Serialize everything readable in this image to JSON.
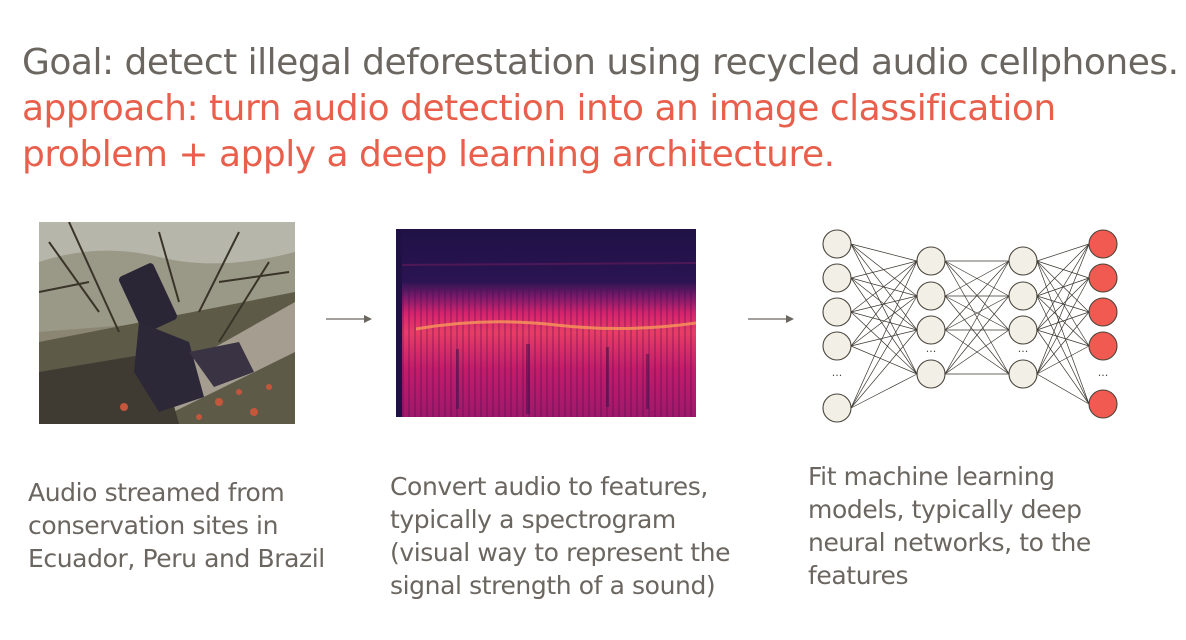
{
  "slide": {
    "goal": "Goal: detect illegal deforestation using recycled audio cellphones.",
    "approach": "approach: turn audio detection into an image classification problem + apply a deep learning architecture."
  },
  "steps": [
    {
      "image": "forest-phone-photo",
      "caption_lines": [
        "Audio streamed from",
        "conservation sites in",
        "Ecuador, Peru and Brazil"
      ]
    },
    {
      "image": "spectrogram",
      "caption_lines": [
        "Convert audio to features,",
        "typically a spectrogram",
        "(visual way to represent the",
        "signal strength of a sound)"
      ]
    },
    {
      "image": "neural-network-diagram",
      "caption_lines": [
        "Fit machine learning",
        "models, typically deep",
        "neural networks, to the",
        "features"
      ]
    }
  ],
  "colors": {
    "title_gray": "#6b6660",
    "accent_red": "#e8604c",
    "node_fill": "#f2efe6",
    "output_fill": "#f05a50"
  },
  "network": {
    "ellipsis": "..."
  }
}
